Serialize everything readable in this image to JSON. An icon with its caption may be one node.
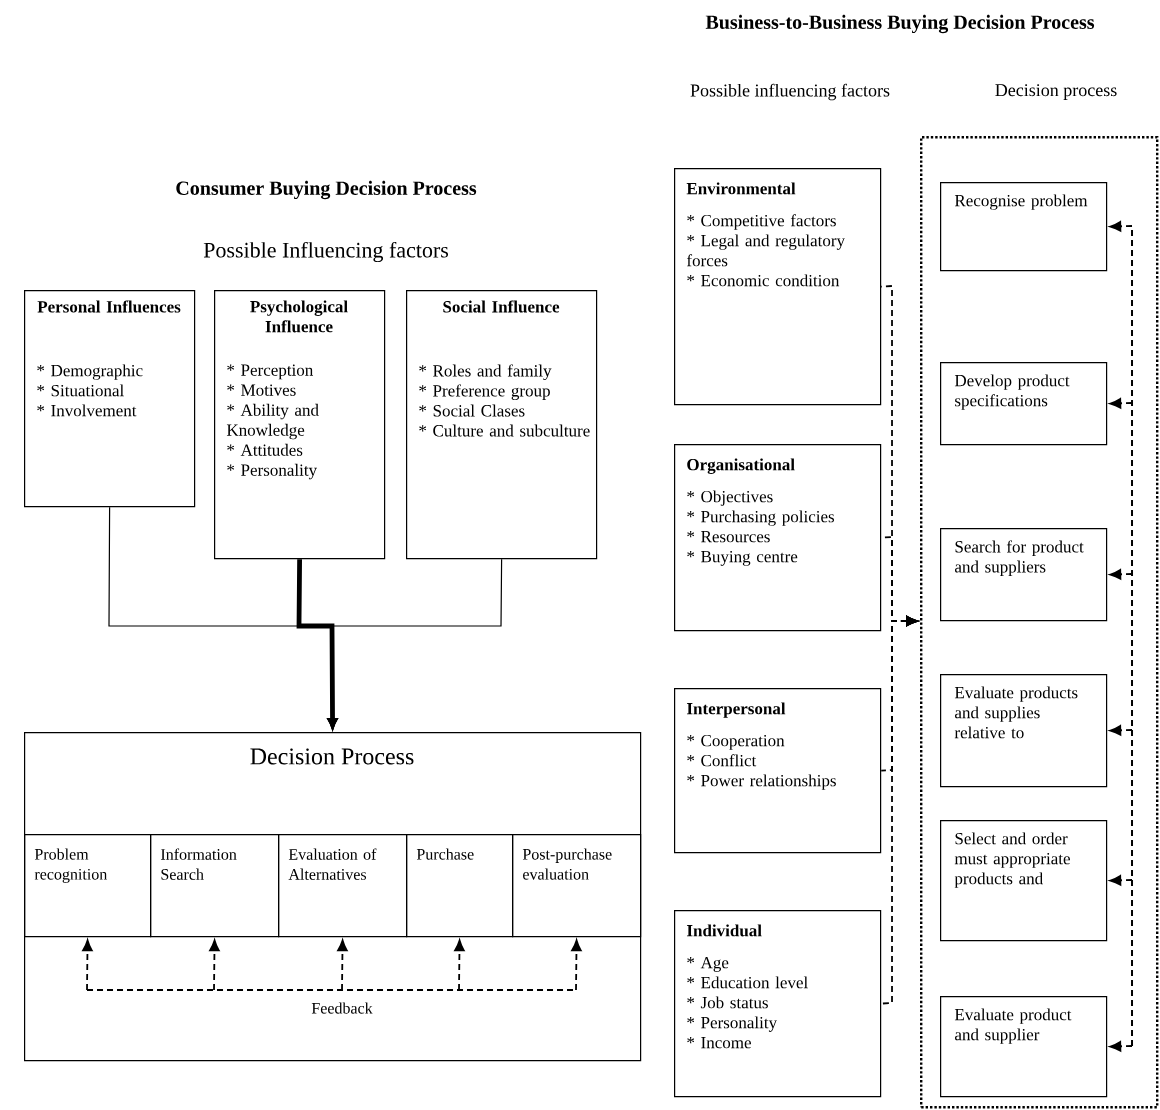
{
  "diagram": {
    "nodes": [
      {
        "text": [
          "Personal Influences",
          "* Demographic",
          "* Situational",
          "* Involvement"
        ]
      },
      {
        "text": [
          "Psychological Influence",
          "* Perception",
          "* Motives",
          "* Ability and Knowledge",
          "* Attitudes",
          "* Personality"
        ]
      },
      {
        "text": [
          "Social Influence",
          "* Roles and family",
          "* Preference group",
          "* Social Clases",
          "* Culture and subculture"
        ]
      },
      {
        "text": [
          "Decision Process"
        ]
      },
      {
        "text": [
          "Problem recognition"
        ],
        "in": 3
      },
      {
        "text": [
          "Information Search"
        ],
        "in": 3
      },
      {
        "text": [
          "Evaluation of Alternatives"
        ],
        "in": 3
      },
      {
        "text": [
          "Purchase"
        ],
        "in": 3
      },
      {
        "text": [
          "Post-purchase evaluation"
        ],
        "in": 3
      },
      {
        "text": [
          "Environmental",
          "* Competitive factors",
          "* Legal and regulatory forces",
          "* Economic condition"
        ]
      },
      {
        "text": [
          "Organisational",
          "* Objectives",
          "* Purchasing policies",
          "* Resources",
          "* Buying centre"
        ]
      },
      {
        "text": [
          "Interpersonal",
          "* Cooperation",
          "* Conflict",
          "* Power relationships"
        ]
      },
      {
        "text": [
          "Individual",
          "* Age",
          "* Education level",
          "* Job status",
          "* Personality",
          "* Income"
        ]
      },
      {
        "text": [],
        "shape": "box"
      },
      {
        "text": [
          "Recognise problem"
        ],
        "in": 13
      },
      {
        "text": [
          "Develop product specifications"
        ],
        "in": 13
      },
      {
        "text": [
          "Search for product and suppliers"
        ],
        "in": 13
      },
      {
        "text": [
          "Evaluate products and supplies relative to"
        ],
        "in": 13
      },
      {
        "text": [
          "Select and order must appropriate products and"
        ],
        "in": 13
      },
      {
        "text": [
          "Evaluate product and supplier"
        ],
        "in": 13
      }
    ],
    "edges": [
      {
        "from": 0,
        "to": 3,
        "arrow": "to"
      },
      {
        "from": 1,
        "to": 3,
        "arrow": "to",
        "style": "thick"
      },
      {
        "from": 2,
        "to": 3,
        "arrow": "to"
      },
      {
        "from": null,
        "to": 4,
        "arrow": "to",
        "style": "dashed"
      },
      {
        "from": null,
        "to": 5,
        "arrow": "to",
        "style": "dashed"
      },
      {
        "from": null,
        "to": 6,
        "arrow": "to",
        "style": "dashed",
        "label": "Feedback"
      },
      {
        "from": null,
        "to": 7,
        "arrow": "to",
        "style": "dashed"
      },
      {
        "from": null,
        "to": 8,
        "arrow": "to",
        "style": "dashed"
      },
      {
        "from": 9,
        "to": 13,
        "arrow": "to",
        "style": "dashed"
      },
      {
        "from": 10,
        "to": 13,
        "arrow": "to",
        "style": "dashed"
      },
      {
        "from": 11,
        "to": 13,
        "arrow": "to",
        "style": "dashed"
      },
      {
        "from": 12,
        "to": 13,
        "arrow": "to",
        "style": "dashed"
      },
      {
        "from": null,
        "to": 14,
        "arrow": "to",
        "style": "dashed"
      },
      {
        "from": null,
        "to": 15,
        "arrow": "to",
        "style": "dashed"
      },
      {
        "from": null,
        "to": 16,
        "arrow": "to",
        "style": "dashed"
      },
      {
        "from": null,
        "to": 17,
        "arrow": "to",
        "style": "dashed"
      },
      {
        "from": null,
        "to": 18,
        "arrow": "to",
        "style": "dashed"
      },
      {
        "from": null,
        "to": 19,
        "arrow": "to",
        "style": "dashed"
      }
    ],
    "labels": [
      "Business-to-Business Buying Decision Process",
      "Possible influencing factors",
      "Decision process",
      "Consumer Buying Decision Process",
      "Possible Influencing factors"
    ]
  }
}
